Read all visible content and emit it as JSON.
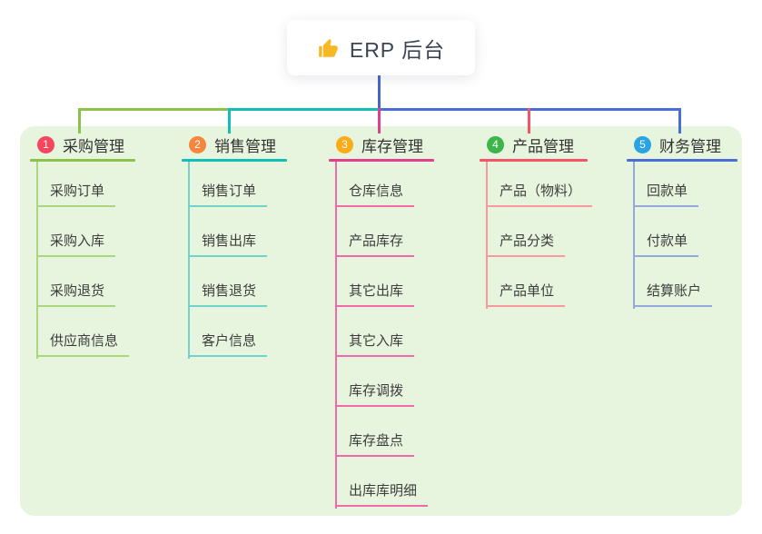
{
  "root": {
    "label": "ERP 后台",
    "icon": "thumbs-up-icon",
    "icon_color": "#f6b924"
  },
  "connector": {
    "stem_color": "#4565c8"
  },
  "panel_color": "#e7f4de",
  "branches": [
    {
      "index": "1",
      "label": "采购管理",
      "badge_color": "#f6465d",
      "line_color": "#8bc34a",
      "item_line_color": "#a9d67e",
      "items": [
        "采购订单",
        "采购入库",
        "采购退货",
        "供应商信息"
      ]
    },
    {
      "index": "2",
      "label": "销售管理",
      "badge_color": "#f6863c",
      "line_color": "#14bdb8",
      "item_line_color": "#6fd3cc",
      "items": [
        "销售订单",
        "销售出库",
        "销售退货",
        "客户信息"
      ]
    },
    {
      "index": "3",
      "label": "库存管理",
      "badge_color": "#fbab18",
      "line_color": "#e0418d",
      "item_line_color": "#ef6aa8",
      "items": [
        "仓库信息",
        "产品库存",
        "其它出库",
        "其它入库",
        "库存调拨",
        "库存盘点",
        "出库库明细"
      ]
    },
    {
      "index": "4",
      "label": "产品管理",
      "badge_color": "#3cb54a",
      "line_color": "#f25565",
      "item_line_color": "#f79aa0",
      "items": [
        "产品（物料）",
        "产品分类",
        "产品单位"
      ]
    },
    {
      "index": "5",
      "label": "财务管理",
      "badge_color": "#29a3e3",
      "line_color": "#4a6fd4",
      "item_line_color": "#93a8dc",
      "items": [
        "回款单",
        "付款单",
        "结算账户"
      ]
    }
  ]
}
